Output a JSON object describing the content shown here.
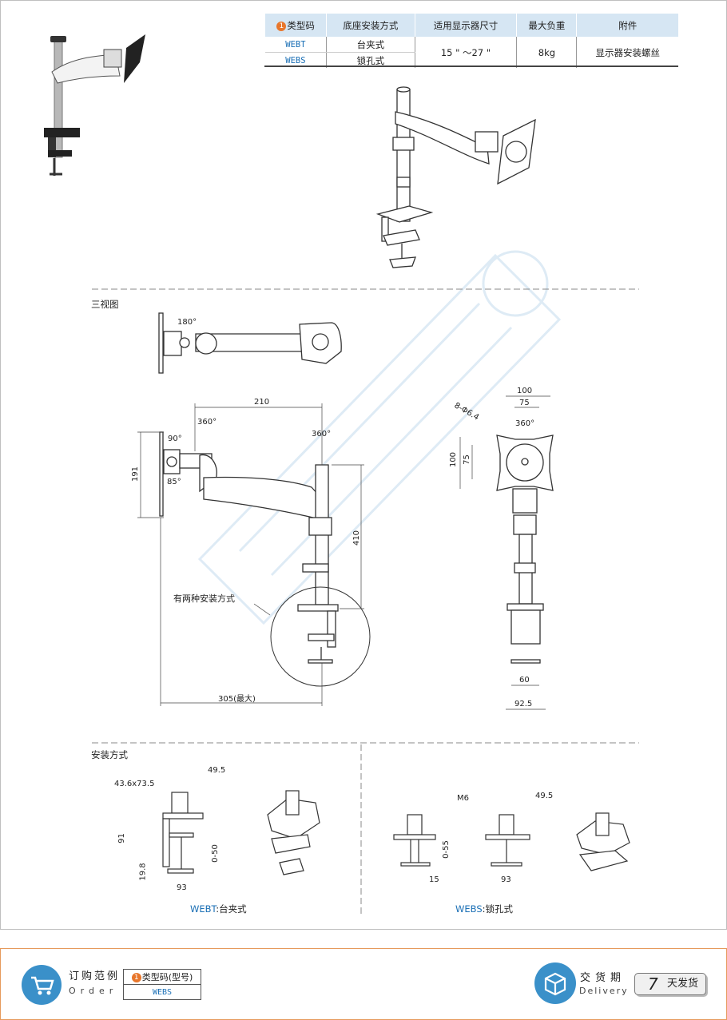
{
  "spec_table": {
    "headers": [
      "类型码",
      "底座安装方式",
      "适用显示器尺寸",
      "最大负重",
      "附件"
    ],
    "badge": "1",
    "rows": [
      {
        "code": "WEBT",
        "mount": "台夹式"
      },
      {
        "code": "WEBS",
        "mount": "锁孔式"
      }
    ],
    "size": "15 \" ～27 \"",
    "load": "8kg",
    "accessory": "显示器安装螺丝"
  },
  "sections": {
    "three_view": "三视图",
    "install": "安装方式"
  },
  "dims": {
    "rot180": "180°",
    "d210": "210",
    "rot360a": "360°",
    "rot360b": "360°",
    "d90": "90°",
    "d85": "85°",
    "d191": "191",
    "d410": "410",
    "two_methods": "有两种安装方式",
    "d305": "305(最大)",
    "d100a": "100",
    "d75a": "75",
    "holes": "8-Φ6.4",
    "rot360c": "360°",
    "d100b": "100",
    "d75b": "75",
    "d60": "60",
    "d92": "92.5",
    "i_43": "43.6x73.5",
    "i_49a": "49.5",
    "i_91": "91",
    "i_050a": "0-50",
    "i_198": "19.8",
    "i_93a": "93",
    "i_m6": "M6",
    "i_49b": "49.5",
    "i_055": "0-55",
    "i_15": "15",
    "i_93b": "93"
  },
  "captions": {
    "webt_code": "WEBT",
    "webt_label": ":台夹式",
    "webs_code": "WEBS",
    "webs_label": ":锁孔式"
  },
  "footer": {
    "order_title": "订购范例",
    "order_sub": "Order",
    "order_header": "类型码(型号)",
    "order_value": "WEBS",
    "delivery_title": "交货期",
    "delivery_sub": "Delivery",
    "delivery_days": "7",
    "delivery_text": "天发货"
  },
  "colors": {
    "accent": "#3a90c9",
    "badge": "#e8762b",
    "table_head": "#d6e6f3"
  }
}
